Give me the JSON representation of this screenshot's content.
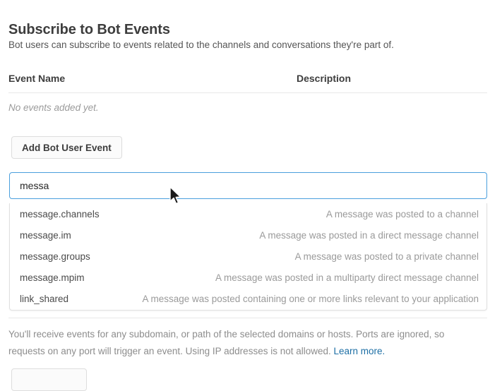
{
  "page": {
    "title": "Subscribe to Bot Events",
    "subtitle": "Bot users can subscribe to events related to the channels and conversations they're part of."
  },
  "events_table": {
    "columns": {
      "event_name": "Event Name",
      "description": "Description"
    },
    "empty_message": "No events added yet."
  },
  "actions": {
    "add_bot_user_event": "Add Bot User Event"
  },
  "search": {
    "value": "messa",
    "placeholder": "",
    "spellcheck_flagged": true
  },
  "results": [
    {
      "name": "message.channels",
      "description": "A message was posted to a channel"
    },
    {
      "name": "message.im",
      "description": "A message was posted in a direct message channel"
    },
    {
      "name": "message.groups",
      "description": "A message was posted to a private channel"
    },
    {
      "name": "message.mpim",
      "description": "A message was posted in a multiparty direct message channel"
    },
    {
      "name": "link_shared",
      "description": "A message was posted containing one or more links relevant to your application"
    }
  ],
  "footer": {
    "note": "You'll receive events for any subdomain, or path of the selected domains or hosts. Ports are ignored, so requests on any port will trigger an event. Using IP addresses is not allowed. ",
    "link_label": "Learn more."
  },
  "colors": {
    "focus_border": "#4a9fdd",
    "link": "#1d6fa5",
    "text_primary": "#3d3d3d",
    "text_muted": "#9a9a9a",
    "spellcheck_underline": "#e03a3a",
    "divider": "#e8e8e8"
  }
}
